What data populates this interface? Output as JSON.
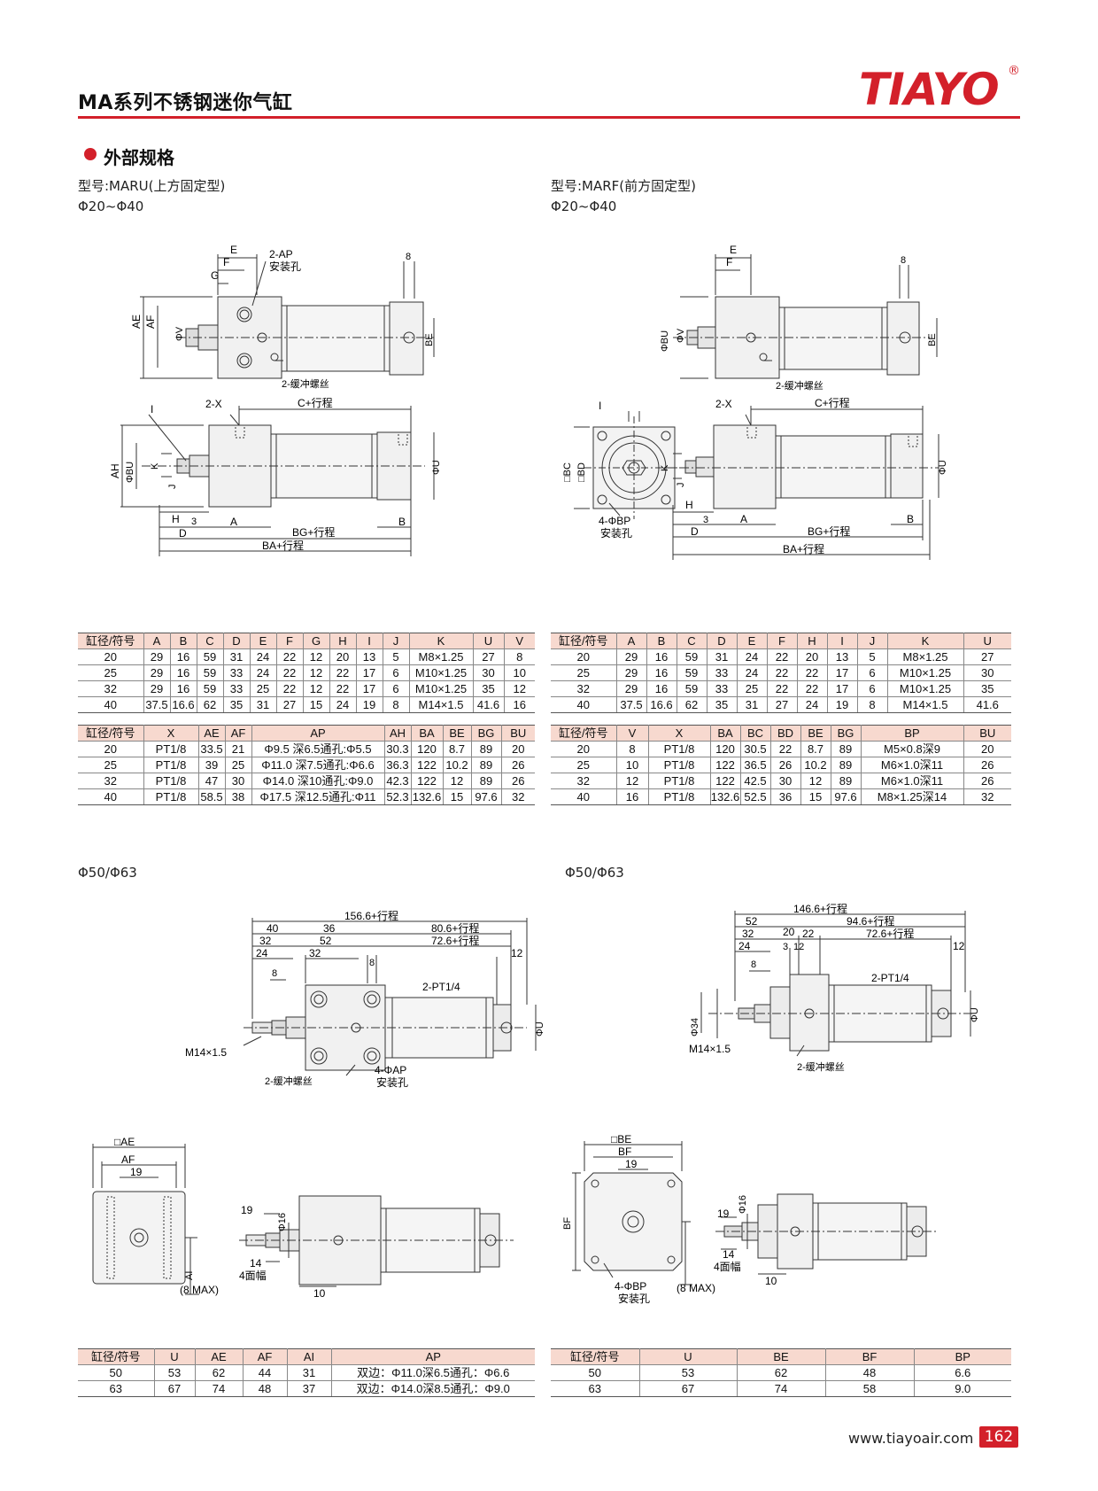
{
  "header": {
    "title": "MA系列不锈钢迷你气缸",
    "logo": "TIAYO",
    "logo_mark": "®"
  },
  "section_title": "外部规格",
  "left_model": {
    "label": "型号:MARU(上方固定型)",
    "range": "Φ20~Φ40"
  },
  "right_model": {
    "label": "型号:MARF(前方固定型)",
    "range": "Φ20~Φ40"
  },
  "lower_range_left": "Φ50/Φ63",
  "lower_range_right": "Φ50/Φ63",
  "drawings": {
    "maru_top": {
      "E": "E",
      "F": "F",
      "G": "G",
      "ap": "2-AP",
      "ap_note": "安装孔",
      "eight": "8",
      "AE": "AE",
      "AF": "AF",
      "V": "ΦV",
      "BE": "BE",
      "screw": "2-缓冲螺丝"
    },
    "maru_side": {
      "I": "I",
      "X": "2-X",
      "C": "C+行程",
      "AH": "AH",
      "BU": "ΦBU",
      "K": "K",
      "J": "J",
      "U": "ΦU",
      "H": "H",
      "three": "3",
      "A": "A",
      "B": "B",
      "D": "D",
      "BG": "BG+行程",
      "BA": "BA+行程"
    },
    "marf_top": {
      "E": "E",
      "F": "F",
      "eight": "8",
      "BU": "ΦBU",
      "V": "ΦV",
      "BE": "BE",
      "screw": "2-缓冲螺丝"
    },
    "marf_side": {
      "I": "I",
      "BC": "□BC",
      "BD": "□BD",
      "BP": "4-ΦBP",
      "BP_note": "安装孔",
      "X": "2-X",
      "C": "C+行程",
      "K": "K",
      "J": "J",
      "U": "ΦU",
      "H": "H",
      "three": "3",
      "A": "A",
      "B": "B",
      "D": "D",
      "BG": "BG+行程",
      "BA": "BA+行程"
    },
    "l50_top": {
      "total": "156.6+行程",
      "d40": "40",
      "d36": "36",
      "d806": "80.6+行程",
      "d32": "32",
      "d52": "52",
      "d726": "72.6+行程",
      "d24": "24",
      "d32b": "32",
      "d8": "8",
      "d12": "12",
      "d8b": "8",
      "pt": "2-PT1/4",
      "U": "ΦU",
      "thread": "M14×1.5",
      "screw": "2-缓冲螺丝",
      "ap": "4-ΦAP",
      "ap_note": "安装孔"
    },
    "r50_top": {
      "total": "146.6+行程",
      "d52": "52",
      "d946": "94.6+行程",
      "d32": "32",
      "d20": "20",
      "d22": "22",
      "d726": "72.6+行程",
      "d24": "24",
      "d3": "3",
      "d12": "12",
      "d12b": "12",
      "d8": "8",
      "pt": "2-PT1/4",
      "d34": "Φ34",
      "U": "ΦU",
      "thread": "M14×1.5",
      "screw": "2-缓冲螺丝"
    },
    "l50_end": {
      "AE": "□AE",
      "AF": "AF",
      "d19": "19",
      "AI": "AI",
      "max": "(8 MAX)"
    },
    "l50_side": {
      "d19": "19",
      "d16": "Φ16",
      "d14": "14",
      "flats": "4面幅",
      "d10": "10"
    },
    "r50_end": {
      "BE": "□BE",
      "BF": "BF",
      "d19": "19",
      "BF2": "BF",
      "BP": "4-ΦBP",
      "BP_note": "安装孔",
      "max": "(8 MAX)"
    },
    "r50_side": {
      "d19": "19",
      "d16": "Φ16",
      "d14": "14",
      "flats": "4面幅",
      "d10": "10"
    }
  },
  "tables": {
    "t1": {
      "headers": [
        "缸径/符号",
        "A",
        "B",
        "C",
        "D",
        "E",
        "F",
        "G",
        "H",
        "I",
        "J",
        "K",
        "U",
        "V"
      ],
      "rows": [
        [
          "20",
          "29",
          "16",
          "59",
          "31",
          "24",
          "22",
          "12",
          "20",
          "13",
          "5",
          "M8×1.25",
          "27",
          "8"
        ],
        [
          "25",
          "29",
          "16",
          "59",
          "33",
          "24",
          "22",
          "12",
          "22",
          "17",
          "6",
          "M10×1.25",
          "30",
          "10"
        ],
        [
          "32",
          "29",
          "16",
          "59",
          "33",
          "25",
          "22",
          "12",
          "22",
          "17",
          "6",
          "M10×1.25",
          "35",
          "12"
        ],
        [
          "40",
          "37.5",
          "16.6",
          "62",
          "35",
          "31",
          "27",
          "15",
          "24",
          "19",
          "8",
          "M14×1.5",
          "41.6",
          "16"
        ]
      ]
    },
    "t2": {
      "headers": [
        "缸径/符号",
        "X",
        "AE",
        "AF",
        "AP",
        "AH",
        "BA",
        "BE",
        "BG",
        "BU"
      ],
      "rows": [
        [
          "20",
          "PT1/8",
          "33.5",
          "21",
          "Φ9.5 深6.5通孔:Φ5.5",
          "30.3",
          "120",
          "8.7",
          "89",
          "20"
        ],
        [
          "25",
          "PT1/8",
          "39",
          "25",
          "Φ11.0 深7.5通孔:Φ6.6",
          "36.3",
          "122",
          "10.2",
          "89",
          "26"
        ],
        [
          "32",
          "PT1/8",
          "47",
          "30",
          "Φ14.0 深10通孔:Φ9.0",
          "42.3",
          "122",
          "12",
          "89",
          "26"
        ],
        [
          "40",
          "PT1/8",
          "58.5",
          "38",
          "Φ17.5 深12.5通孔:Φ11",
          "52.3",
          "132.6",
          "15",
          "97.6",
          "32"
        ]
      ]
    },
    "t3": {
      "headers": [
        "缸径/符号",
        "A",
        "B",
        "C",
        "D",
        "E",
        "F",
        "H",
        "I",
        "J",
        "K",
        "U"
      ],
      "rows": [
        [
          "20",
          "29",
          "16",
          "59",
          "31",
          "24",
          "22",
          "20",
          "13",
          "5",
          "M8×1.25",
          "27"
        ],
        [
          "25",
          "29",
          "16",
          "59",
          "33",
          "24",
          "22",
          "22",
          "17",
          "6",
          "M10×1.25",
          "30"
        ],
        [
          "32",
          "29",
          "16",
          "59",
          "33",
          "25",
          "22",
          "22",
          "17",
          "6",
          "M10×1.25",
          "35"
        ],
        [
          "40",
          "37.5",
          "16.6",
          "62",
          "35",
          "31",
          "27",
          "24",
          "19",
          "8",
          "M14×1.5",
          "41.6"
        ]
      ]
    },
    "t4": {
      "headers": [
        "缸径/符号",
        "V",
        "X",
        "BA",
        "BC",
        "BD",
        "BE",
        "BG",
        "BP",
        "BU"
      ],
      "rows": [
        [
          "20",
          "8",
          "PT1/8",
          "120",
          "30.5",
          "22",
          "8.7",
          "89",
          "M5×0.8深9",
          "20"
        ],
        [
          "25",
          "10",
          "PT1/8",
          "122",
          "36.5",
          "26",
          "10.2",
          "89",
          "M6×1.0深11",
          "26"
        ],
        [
          "32",
          "12",
          "PT1/8",
          "122",
          "42.5",
          "30",
          "12",
          "89",
          "M6×1.0深11",
          "26"
        ],
        [
          "40",
          "16",
          "PT1/8",
          "132.6",
          "52.5",
          "36",
          "15",
          "97.6",
          "M8×1.25深14",
          "32"
        ]
      ]
    },
    "t5": {
      "headers": [
        "缸径/符号",
        "U",
        "AE",
        "AF",
        "AI",
        "AP"
      ],
      "rows": [
        [
          "50",
          "53",
          "62",
          "44",
          "31",
          "双边：Φ11.0深6.5通孔：Φ6.6"
        ],
        [
          "63",
          "67",
          "74",
          "48",
          "37",
          "双边：Φ14.0深8.5通孔：Φ9.0"
        ]
      ]
    },
    "t6": {
      "headers": [
        "缸径/符号",
        "U",
        "BE",
        "BF",
        "BP"
      ],
      "rows": [
        [
          "50",
          "53",
          "62",
          "48",
          "6.6"
        ],
        [
          "63",
          "67",
          "74",
          "58",
          "9.0"
        ]
      ]
    }
  },
  "footer": {
    "url": "www.tiayoair.com",
    "page": "162"
  }
}
